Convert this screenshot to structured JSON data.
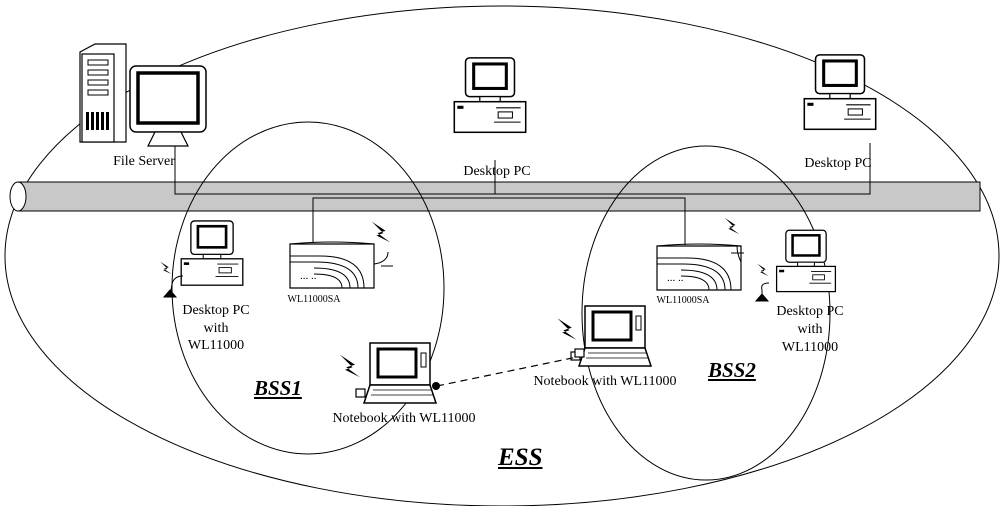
{
  "nodes": {
    "file_server": "File Server",
    "desktop_top_center": "Desktop PC",
    "desktop_top_right": "Desktop PC",
    "desktop_left_bss1": [
      "Desktop  PC",
      "with",
      "WL11000"
    ],
    "desktop_right_bss2": [
      "Desktop  PC",
      "with",
      "WL11000"
    ],
    "ap_left": "WL11000SA",
    "ap_right": "WL11000SA",
    "notebook_bss1": "Notebook with WL11000",
    "notebook_bss2": "Notebook with WL11000",
    "ap_panel_text": "... .."
  },
  "regions": {
    "bss1": "BSS1",
    "bss2": "BSS2",
    "ess": "ESS"
  }
}
